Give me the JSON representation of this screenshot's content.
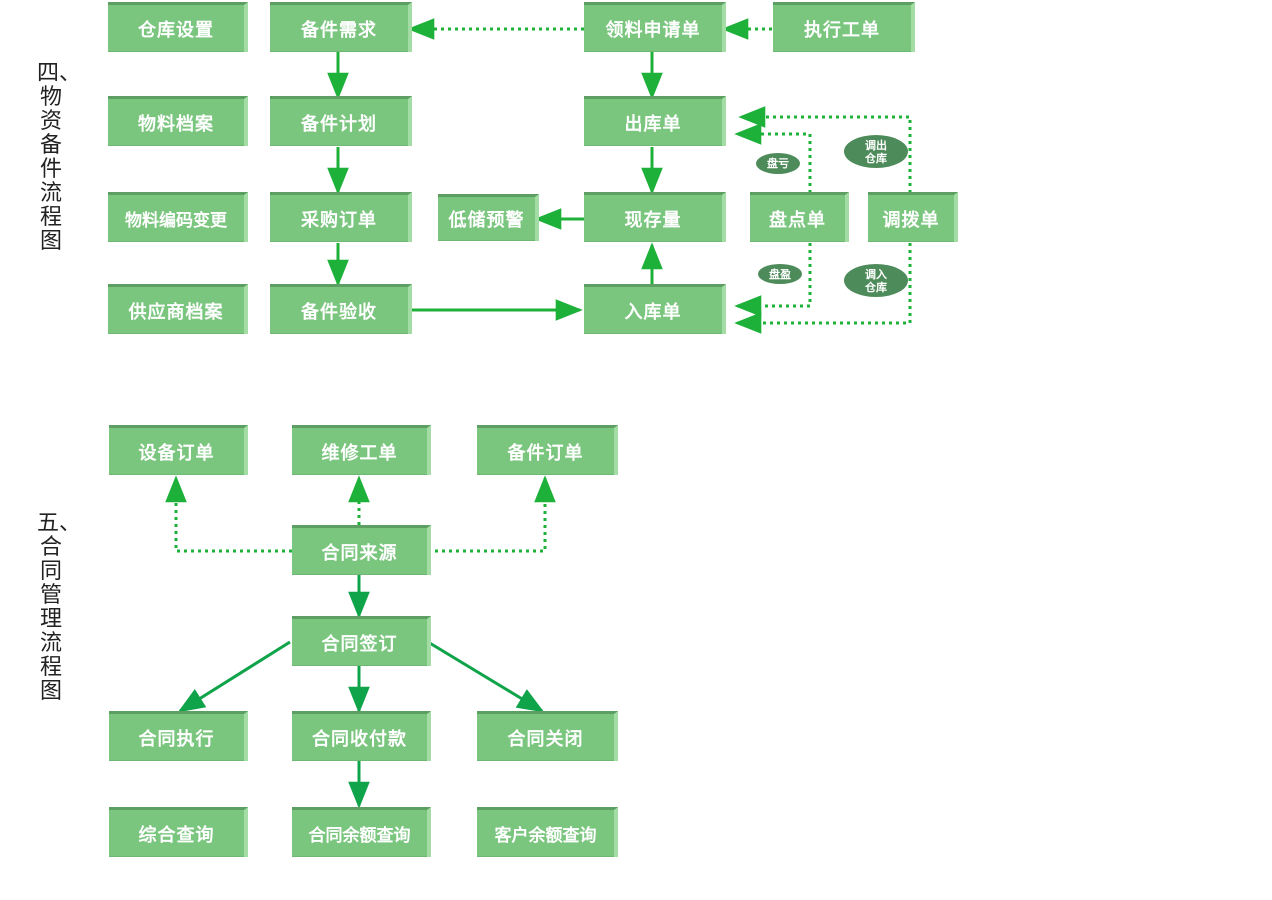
{
  "sections": {
    "s4": "四、\n物资备件流程图",
    "s5": "五、\n合同管理流程图"
  },
  "inventory": {
    "warehouse_setup": "仓库设置",
    "spare_demand": "备件需求",
    "requisition": "领料申请单",
    "work_order_exec": "执行工单",
    "material_archive": "物料档案",
    "spare_plan": "备件计划",
    "outbound": "出库单",
    "material_code_change": "物料编码变更",
    "purchase_order": "采购订单",
    "low_stock_alert": "低储预警",
    "stock_qty": "现存量",
    "stocktake": "盘点单",
    "transfer": "调拨单",
    "supplier_archive": "供应商档案",
    "spare_accept": "备件验收",
    "inbound": "入库单",
    "loss_label": "盘亏",
    "surplus_label": "盘盈",
    "transfer_out_label": "调出\n仓库",
    "transfer_in_label": "调入\n仓库"
  },
  "contract": {
    "equipment_order": "设备订单",
    "repair_work_order": "维修工单",
    "spare_order": "备件订单",
    "source": "合同来源",
    "sign": "合同签订",
    "execute": "合同执行",
    "payment": "合同收付款",
    "close": "合同关闭",
    "overall_query": "综合查询",
    "balance_query": "合同余额查询",
    "customer_balance_query": "客户余额查询"
  },
  "colors": {
    "node_fill": "#7bc67f",
    "edge": "#1db13a",
    "oval": "#4e8b5a"
  }
}
